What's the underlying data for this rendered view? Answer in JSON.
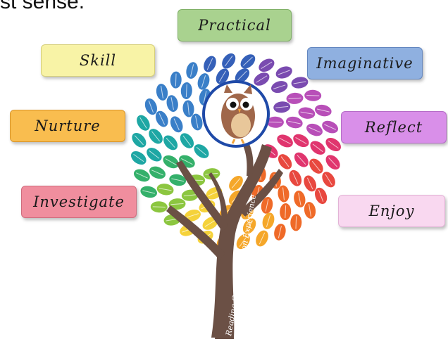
{
  "header_fragment": "st sense.",
  "labels": {
    "practical": "Practical",
    "skill": "Skill",
    "imaginative": "Imaginative",
    "nurture": "Nurture",
    "reflect": "Reflect",
    "investigate": "Investigate",
    "enjoy": "Enjoy"
  },
  "trunk_text": "Reading Communication Experience",
  "colors": {
    "practical": "#a9d28f",
    "skill": "#f8f3a6",
    "imaginative": "#8fb0e0",
    "nurture": "#f9bd4f",
    "reflect": "#d98fe9",
    "investigate": "#f08e9e",
    "enjoy": "#f9d8f0",
    "trunk": "#6b5045",
    "owl_ring": "#1f4aa8"
  }
}
